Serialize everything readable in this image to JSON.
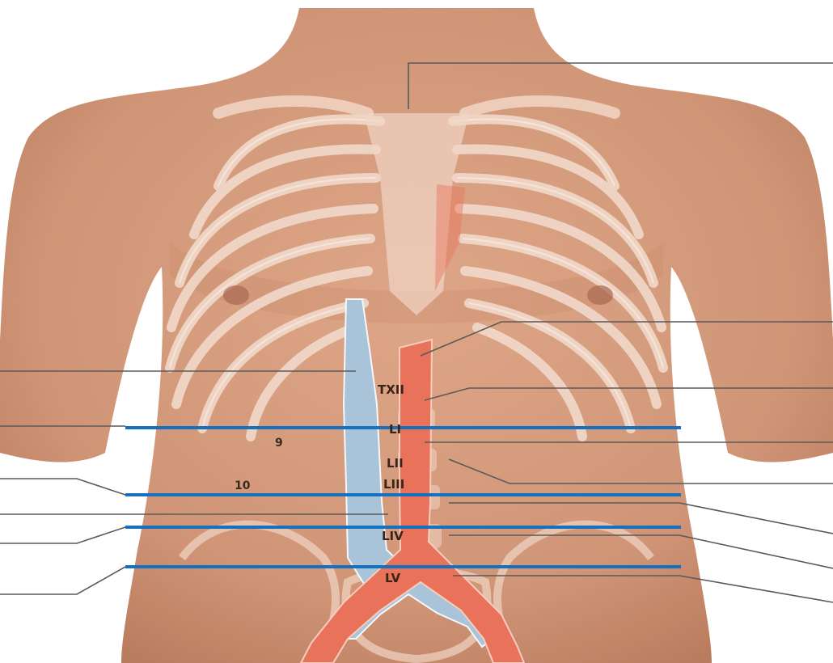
{
  "labels": {
    "txii": "TXII",
    "li": "LI",
    "lii": "LII",
    "liii": "LIII",
    "liv": "LIV",
    "lv": "LV",
    "rib9": "9",
    "rib10": "10"
  },
  "colors": {
    "skin": "#d29a7a",
    "bone": "#f1d6c6",
    "artery": "#e9735a",
    "vein": "#a9c3d8",
    "planeLine": "#1670c0",
    "leaderLine": "#5a5a5a"
  },
  "icons": {
    "aorta": "aorta-shape",
    "ivc": "inferior-vena-cava-shape"
  }
}
